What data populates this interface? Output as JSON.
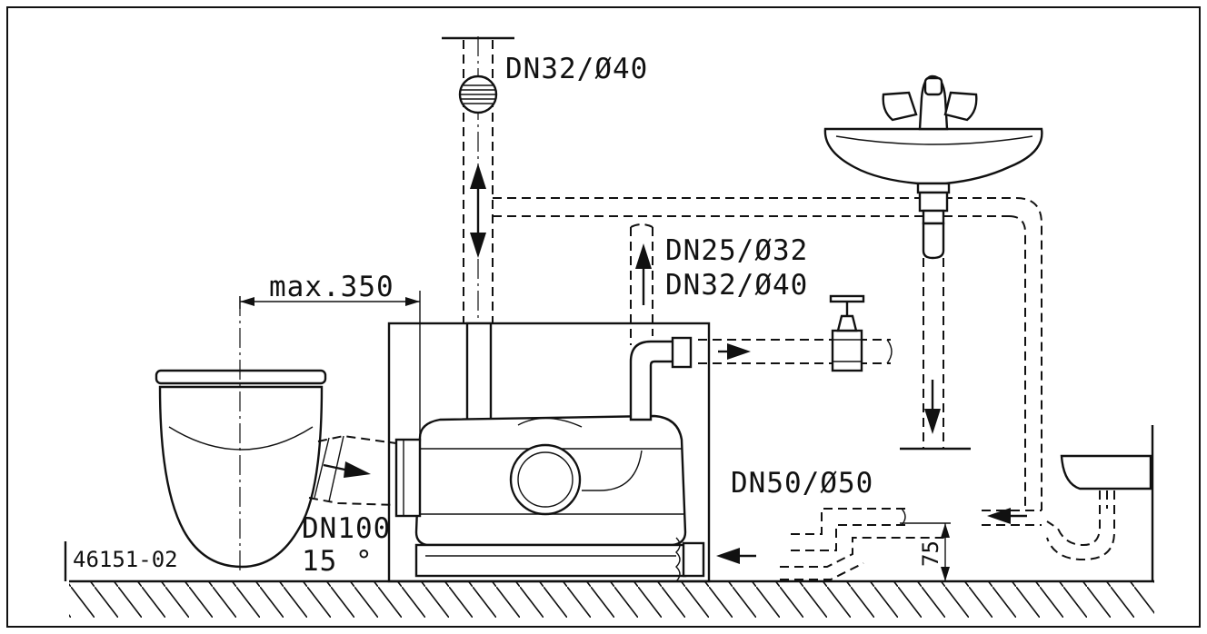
{
  "figure_id": "46151-02",
  "labels": {
    "vent_size": "DN32/Ø40",
    "inlet_size_1": "DN25/Ø32",
    "inlet_size_2": "DN32/Ø40",
    "max_distance": "max.350",
    "toilet_pipe_size": "DN100",
    "toilet_pipe_angle": "15 °",
    "side_inlet_size": "DN50/Ø50",
    "inlet_height": "75"
  }
}
